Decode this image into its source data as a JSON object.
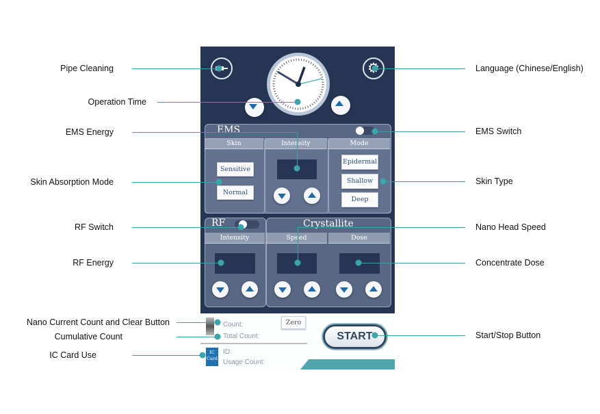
{
  "callouts": {
    "left": [
      "Pipe Cleaning",
      "Operation Time",
      "EMS Energy",
      "Skin Absorption Mode",
      "RF Switch",
      "RF Energy",
      "Nano Current Count and Clear Button",
      "Cumulative Count",
      "IC Card Use"
    ],
    "right": [
      "Language (Chinese/English)",
      "EMS Switch",
      "Skin Type",
      "Nano Head Speed",
      "Concentrate Dose",
      "Start/Stop Button"
    ]
  },
  "ems": {
    "title": "EMS",
    "skin": "Skin",
    "intensity": "Intensity",
    "mode": "Mode",
    "skin_options": [
      "Sensitive",
      "Normal"
    ],
    "mode_options": [
      "Epidermal",
      "Shallow",
      "Deep"
    ]
  },
  "rf": {
    "title": "RF",
    "intensity": "Intensity"
  },
  "crystallite": {
    "title": "Crystallite",
    "speed": "Speed",
    "dose": "Dose"
  },
  "bottom": {
    "count": "Count:",
    "zero": "Zero",
    "total": "Total Count:",
    "id": "ID:",
    "usage": "Usage Count:",
    "card_icon": "IC Card",
    "start": "START"
  },
  "colors": {
    "panel": "#253553",
    "callout": "#3aa6ab",
    "arrow": "#1f6aa8"
  }
}
